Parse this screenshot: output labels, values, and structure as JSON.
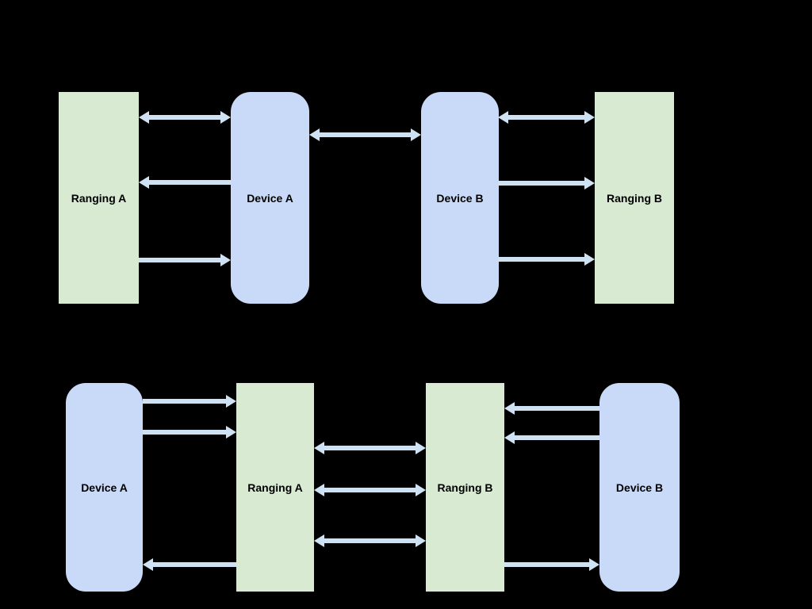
{
  "colors": {
    "background": "#000000",
    "device_fill": "#c9daf8",
    "ranging_fill": "#d9ead3",
    "arrow": "#cfe2f3",
    "label": "#000000"
  },
  "top": {
    "boxes": [
      {
        "label": "Ranging A",
        "kind": "ranging"
      },
      {
        "label": "Device A",
        "kind": "device"
      },
      {
        "label": "Device B",
        "kind": "device"
      },
      {
        "label": "Ranging B",
        "kind": "ranging"
      }
    ],
    "arrows": [
      {
        "between": [
          "Ranging A",
          "Device A"
        ],
        "direction": "both"
      },
      {
        "between": [
          "Ranging A",
          "Device A"
        ],
        "direction": "left"
      },
      {
        "between": [
          "Ranging A",
          "Device A"
        ],
        "direction": "right"
      },
      {
        "between": [
          "Device A",
          "Device B"
        ],
        "direction": "both"
      },
      {
        "between": [
          "Device B",
          "Ranging B"
        ],
        "direction": "both"
      },
      {
        "between": [
          "Device B",
          "Ranging B"
        ],
        "direction": "right"
      },
      {
        "between": [
          "Device B",
          "Ranging B"
        ],
        "direction": "right"
      }
    ]
  },
  "bottom": {
    "boxes": [
      {
        "label": "Device A",
        "kind": "device"
      },
      {
        "label": "Ranging A",
        "kind": "ranging"
      },
      {
        "label": "Ranging B",
        "kind": "ranging"
      },
      {
        "label": "Device B",
        "kind": "device"
      }
    ],
    "arrows": [
      {
        "between": [
          "Device A",
          "Ranging A"
        ],
        "direction": "right"
      },
      {
        "between": [
          "Device A",
          "Ranging A"
        ],
        "direction": "right"
      },
      {
        "between": [
          "Device A",
          "Ranging A"
        ],
        "direction": "left"
      },
      {
        "between": [
          "Ranging A",
          "Ranging B"
        ],
        "direction": "both"
      },
      {
        "between": [
          "Ranging A",
          "Ranging B"
        ],
        "direction": "both"
      },
      {
        "between": [
          "Ranging A",
          "Ranging B"
        ],
        "direction": "both"
      },
      {
        "between": [
          "Ranging B",
          "Device B"
        ],
        "direction": "left"
      },
      {
        "between": [
          "Ranging B",
          "Device B"
        ],
        "direction": "left"
      },
      {
        "between": [
          "Ranging B",
          "Device B"
        ],
        "direction": "right"
      }
    ]
  }
}
